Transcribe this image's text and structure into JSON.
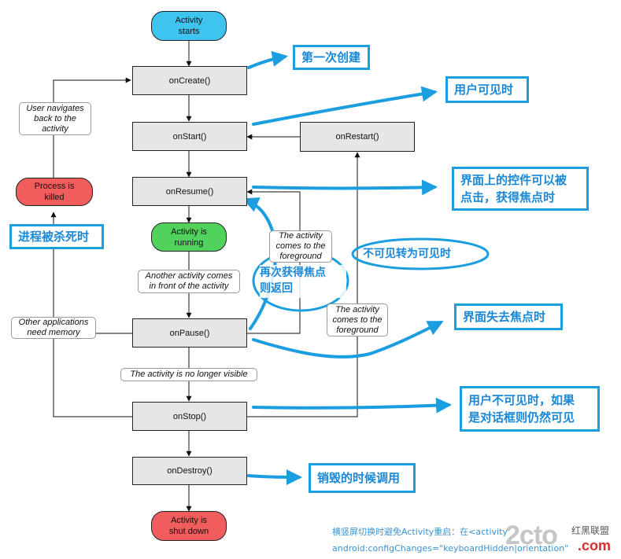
{
  "colors": {
    "start_fill": "#3fc4ef",
    "running_fill": "#50d25c",
    "end_fill": "#f15c5c",
    "method_fill": "#e6e6e6",
    "annotation_blue": "#1a9ee0",
    "annotation_text": "#1a88d6"
  },
  "nodes": {
    "activity_starts": "Activity\nstarts",
    "on_create": "onCreate()",
    "on_start": "onStart()",
    "on_restart": "onRestart()",
    "on_resume": "onResume()",
    "activity_running": "Activity is\nrunning",
    "on_pause": "onPause()",
    "on_stop": "onStop()",
    "on_destroy": "onDestroy()",
    "process_killed": "Process is\nkilled",
    "activity_shut_down": "Activity is\nshut down"
  },
  "edge_labels": {
    "user_navigates_back": "User navigates\nback to the\nactivity",
    "another_activity_front": "Another activity comes\nin front of the activity",
    "other_apps_memory": "Other applications\nneed memory",
    "no_longer_visible": "The activity is no longer visible",
    "comes_to_foreground_1": "The activity\ncomes to the\nforeground",
    "comes_to_foreground_2": "The activity\ncomes to the\nforeground"
  },
  "annotations": {
    "first_create": "第一次创建",
    "user_visible": "用户可见时",
    "clickable_focus": "界面上的控件可以被\n点击，获得焦点时",
    "process_killed_note": "进程被杀死时",
    "invisible_to_visible": "不可见转为可见时",
    "regain_focus_return": "再次获得焦点\n则返回",
    "lose_focus": "界面失去焦点时",
    "user_invisible": "用户不可见时，如果\n是对话框则仍然可见",
    "on_destroy_note": "销毁的时候调用"
  },
  "footer": {
    "line1": "横竖屏切换时避免Activity重启：在<activity",
    "line2": "android:configChanges=\"keyboardHidden|orientation\""
  },
  "watermark": {
    "logo": "2cto",
    "cn": "红黑联盟",
    "com": ".com"
  }
}
